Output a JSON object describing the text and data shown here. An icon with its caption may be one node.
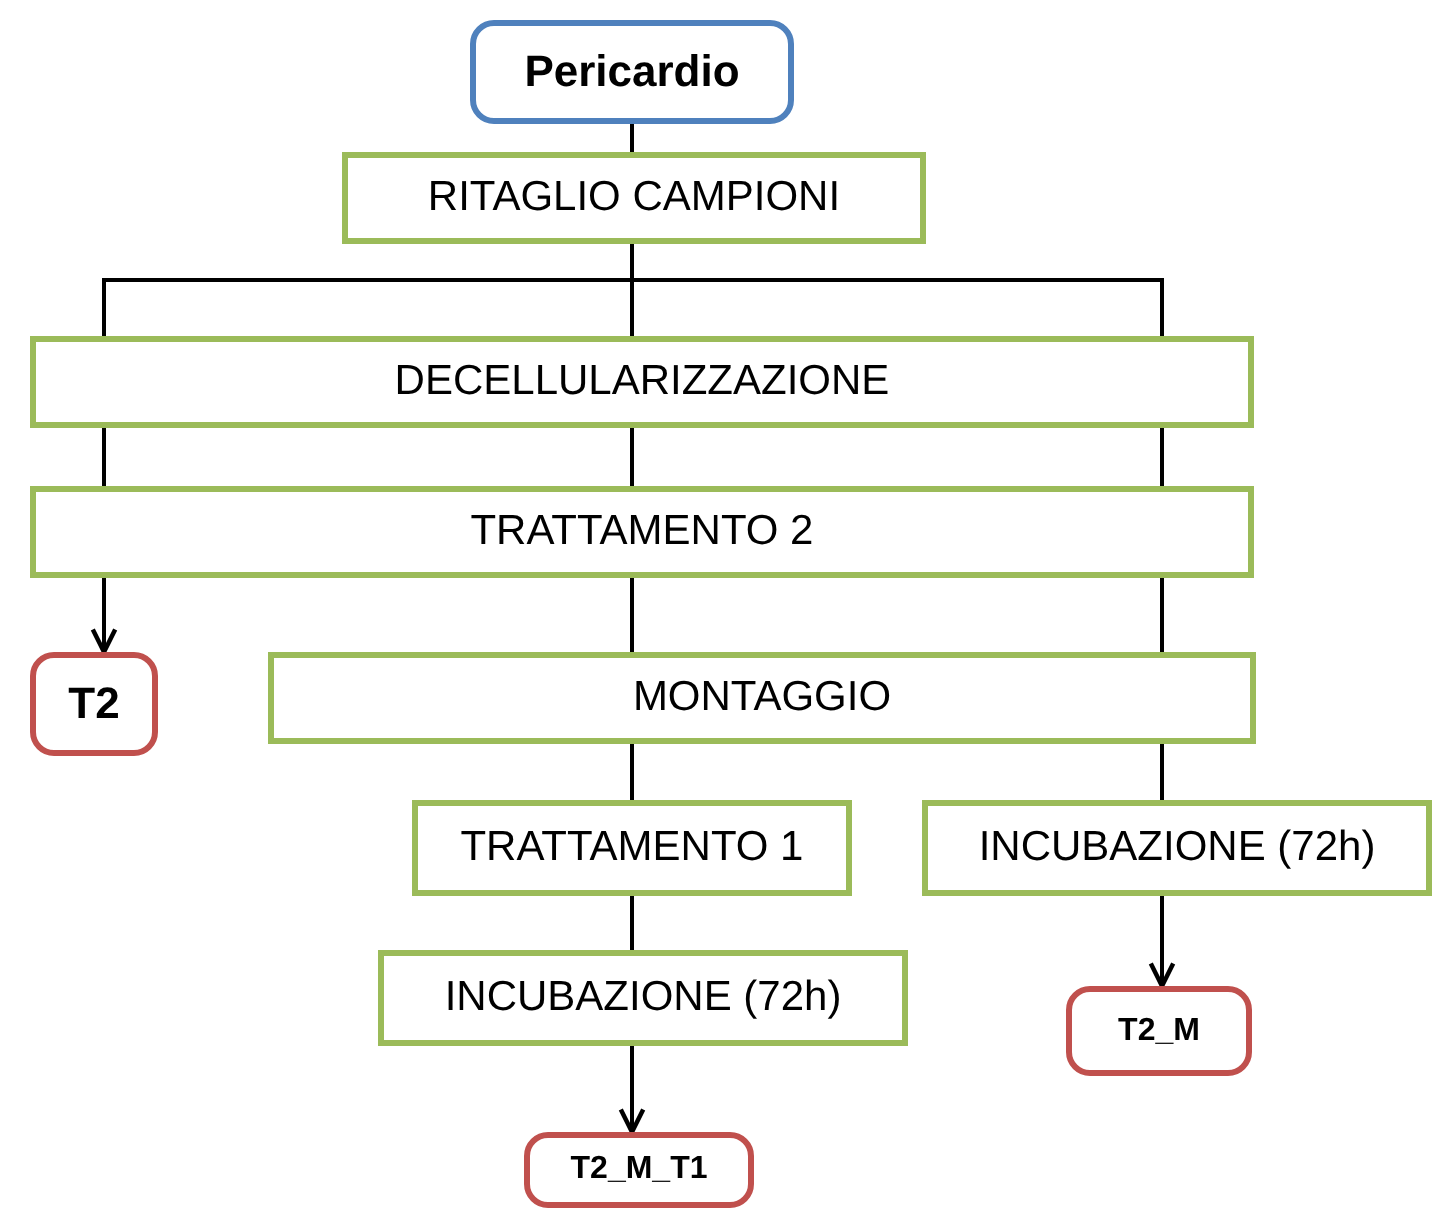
{
  "diagram": {
    "nodes": [
      {
        "text": [
          "Pericardio"
        ]
      },
      {
        "text": [
          "RITAGLIO CAMPIONI"
        ]
      },
      {
        "text": [
          "DECELLULARIZZAZIONE"
        ]
      },
      {
        "text": [
          "TRATTAMENTO 2"
        ]
      },
      {
        "text": [
          "T2"
        ]
      },
      {
        "text": [
          "MONTAGGIO"
        ]
      },
      {
        "text": [
          "TRATTAMENTO 1"
        ]
      },
      {
        "text": [
          "INCUBAZIONE (72h)"
        ]
      },
      {
        "text": [
          "INCUBAZIONE (72h)"
        ]
      },
      {
        "text": [
          "T2_M"
        ]
      },
      {
        "text": [
          "T2_M_T1"
        ]
      }
    ],
    "edges": [
      {
        "from": 0,
        "to": 1,
        "arrow": "none"
      },
      {
        "from": 1,
        "to": 2,
        "arrow": "none"
      },
      {
        "from": 1,
        "to": 2,
        "arrow": "none"
      },
      {
        "from": 1,
        "to": 2,
        "arrow": "none"
      },
      {
        "from": 2,
        "to": 3,
        "arrow": "none"
      },
      {
        "from": 2,
        "to": 3,
        "arrow": "none"
      },
      {
        "from": 2,
        "to": 3,
        "arrow": "none"
      },
      {
        "from": 3,
        "to": 4,
        "arrow": "to"
      },
      {
        "from": 3,
        "to": 5,
        "arrow": "none"
      },
      {
        "from": 3,
        "to": 5,
        "arrow": "none"
      },
      {
        "from": 5,
        "to": 6,
        "arrow": "none"
      },
      {
        "from": 5,
        "to": 7,
        "arrow": "none"
      },
      {
        "from": 6,
        "to": 8,
        "arrow": "none"
      },
      {
        "from": 8,
        "to": 10,
        "arrow": "to"
      },
      {
        "from": 7,
        "to": 9,
        "arrow": "to"
      }
    ]
  }
}
